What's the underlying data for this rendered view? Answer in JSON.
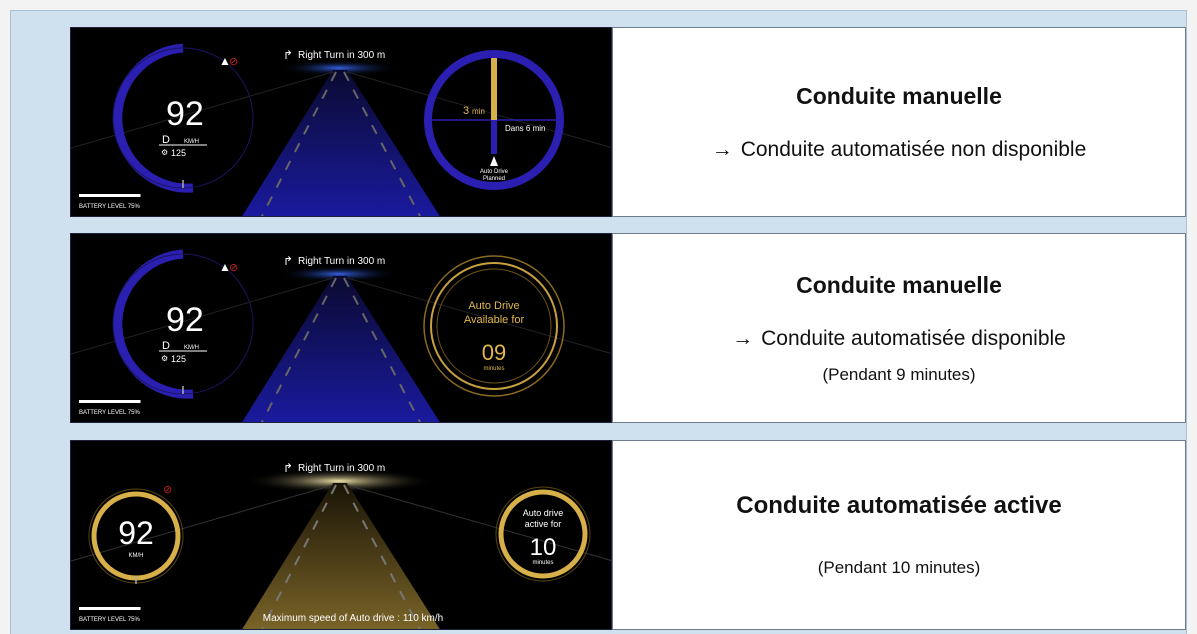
{
  "panels": [
    {
      "dash": {
        "nav": "Right Turn in 300 m",
        "speed": "92",
        "gear": "D",
        "unit": "KM/H",
        "limit": "125",
        "battery": "BATTERY LEVEL 75%",
        "battery_level": 0.75,
        "timeline_left": "3",
        "timeline_left_unit": "min",
        "timeline_right": "Dans 6 min",
        "autodrive_line1": "Auto Drive",
        "autodrive_line2": "Planned"
      },
      "desc": {
        "title": "Conduite manuelle",
        "arrow": "→",
        "line": "Conduite automatisée non disponible"
      }
    },
    {
      "dash": {
        "nav": "Right Turn in 300 m",
        "speed": "92",
        "gear": "D",
        "unit": "KM/H",
        "limit": "125",
        "battery": "BATTERY LEVEL 75%",
        "battery_level": 0.75,
        "avail_line1": "Auto Drive",
        "avail_line2": "Available for",
        "avail_value": "09",
        "avail_unit": "minutes"
      },
      "desc": {
        "title": "Conduite manuelle",
        "arrow": "→",
        "line": "Conduite automatisée disponible",
        "sub": "(Pendant 9 minutes)"
      }
    },
    {
      "dash": {
        "nav": "Right Turn in 300 m",
        "speed": "92",
        "unit": "KM/H",
        "battery": "BATTERY LEVEL 75%",
        "battery_level": 0.75,
        "active_line1": "Auto drive",
        "active_line2": "active for",
        "active_value": "10",
        "active_unit": "minutes",
        "max_speed": "Maximum speed of Auto drive : 110 km/h"
      },
      "desc": {
        "title": "Conduite automatisée active",
        "sub": "(Pendant 10 minutes)"
      }
    }
  ],
  "colors": {
    "manual_accent": "#2a1fb0",
    "auto_accent": "#d7b04a",
    "background": "#cfe0ef"
  }
}
